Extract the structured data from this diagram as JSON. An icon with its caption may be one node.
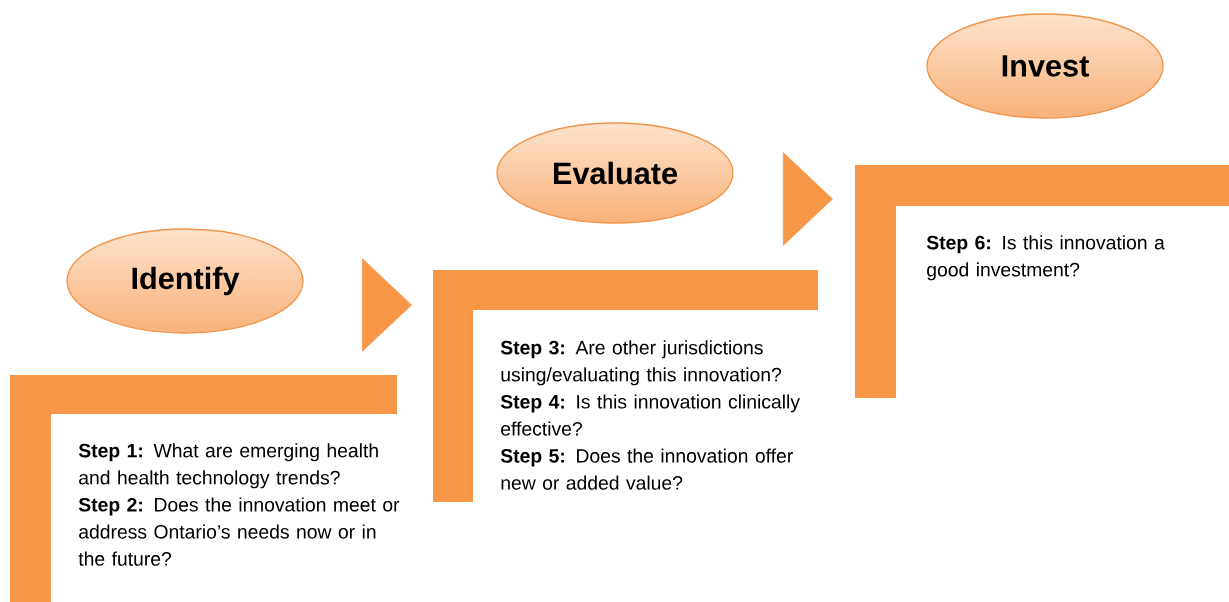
{
  "diagram": {
    "nodes": [
      {
        "text": [
          "Identify"
        ]
      },
      {
        "text": [
          "**Step 1:** What are emerging health and health technology trends?",
          "**Step 2:** Does the innovation meet or address Ontario’s needs now or in the future?"
        ]
      },
      {
        "text": [
          "Evaluate"
        ]
      },
      {
        "text": [
          "**Step 3:** Are other jurisdictions using/evaluating this innovation?",
          "**Step 4:** Is this innovation clinically effective?",
          "**Step 5:** Does the innovation offer new or added value?"
        ]
      },
      {
        "text": [
          "Invest"
        ]
      },
      {
        "text": [
          "**Step 6:** Is this innovation a good investment?"
        ]
      }
    ],
    "edges": [
      {
        "from": 1,
        "to": 3,
        "arrow": "to"
      },
      {
        "from": 3,
        "to": 5,
        "arrow": "to"
      }
    ]
  }
}
